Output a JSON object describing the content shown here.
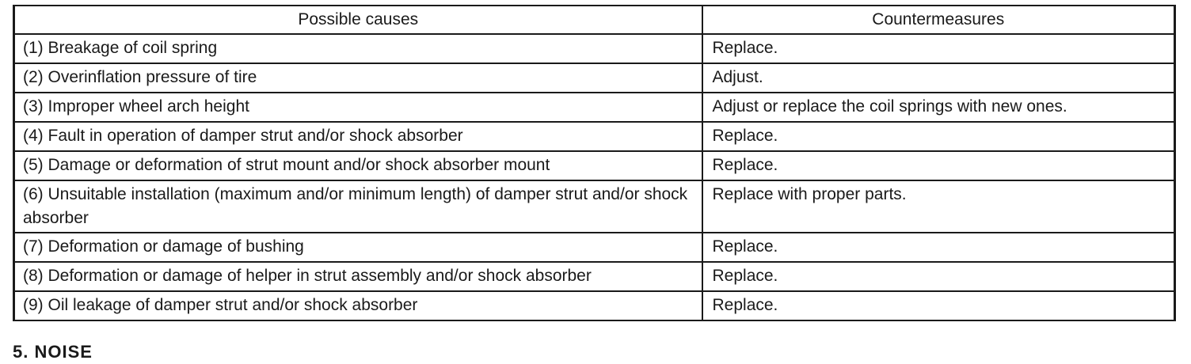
{
  "table": {
    "headers": [
      "Possible causes",
      "Countermeasures"
    ],
    "rows": [
      {
        "cause": "(1) Breakage of coil spring",
        "countermeasure": "Replace."
      },
      {
        "cause": "(2) Overinflation pressure of tire",
        "countermeasure": "Adjust."
      },
      {
        "cause": "(3) Improper wheel arch height",
        "countermeasure": "Adjust or replace the coil springs with new ones."
      },
      {
        "cause": "(4) Fault in operation of damper strut and/or shock absorber",
        "countermeasure": "Replace."
      },
      {
        "cause": "(5) Damage or deformation of strut mount and/or shock absorber mount",
        "countermeasure": "Replace."
      },
      {
        "cause": "(6) Unsuitable installation (maximum and/or minimum length) of damper strut and/or shock absorber",
        "countermeasure": "Replace with proper parts."
      },
      {
        "cause": "(7) Deformation or damage of bushing",
        "countermeasure": "Replace."
      },
      {
        "cause": "(8) Deformation or damage of helper in strut assembly and/or shock absorber",
        "countermeasure": "Replace."
      },
      {
        "cause": "(9) Oil leakage of damper strut and/or shock absorber",
        "countermeasure": "Replace."
      }
    ]
  },
  "next_section": {
    "heading": "5. NOISE"
  }
}
